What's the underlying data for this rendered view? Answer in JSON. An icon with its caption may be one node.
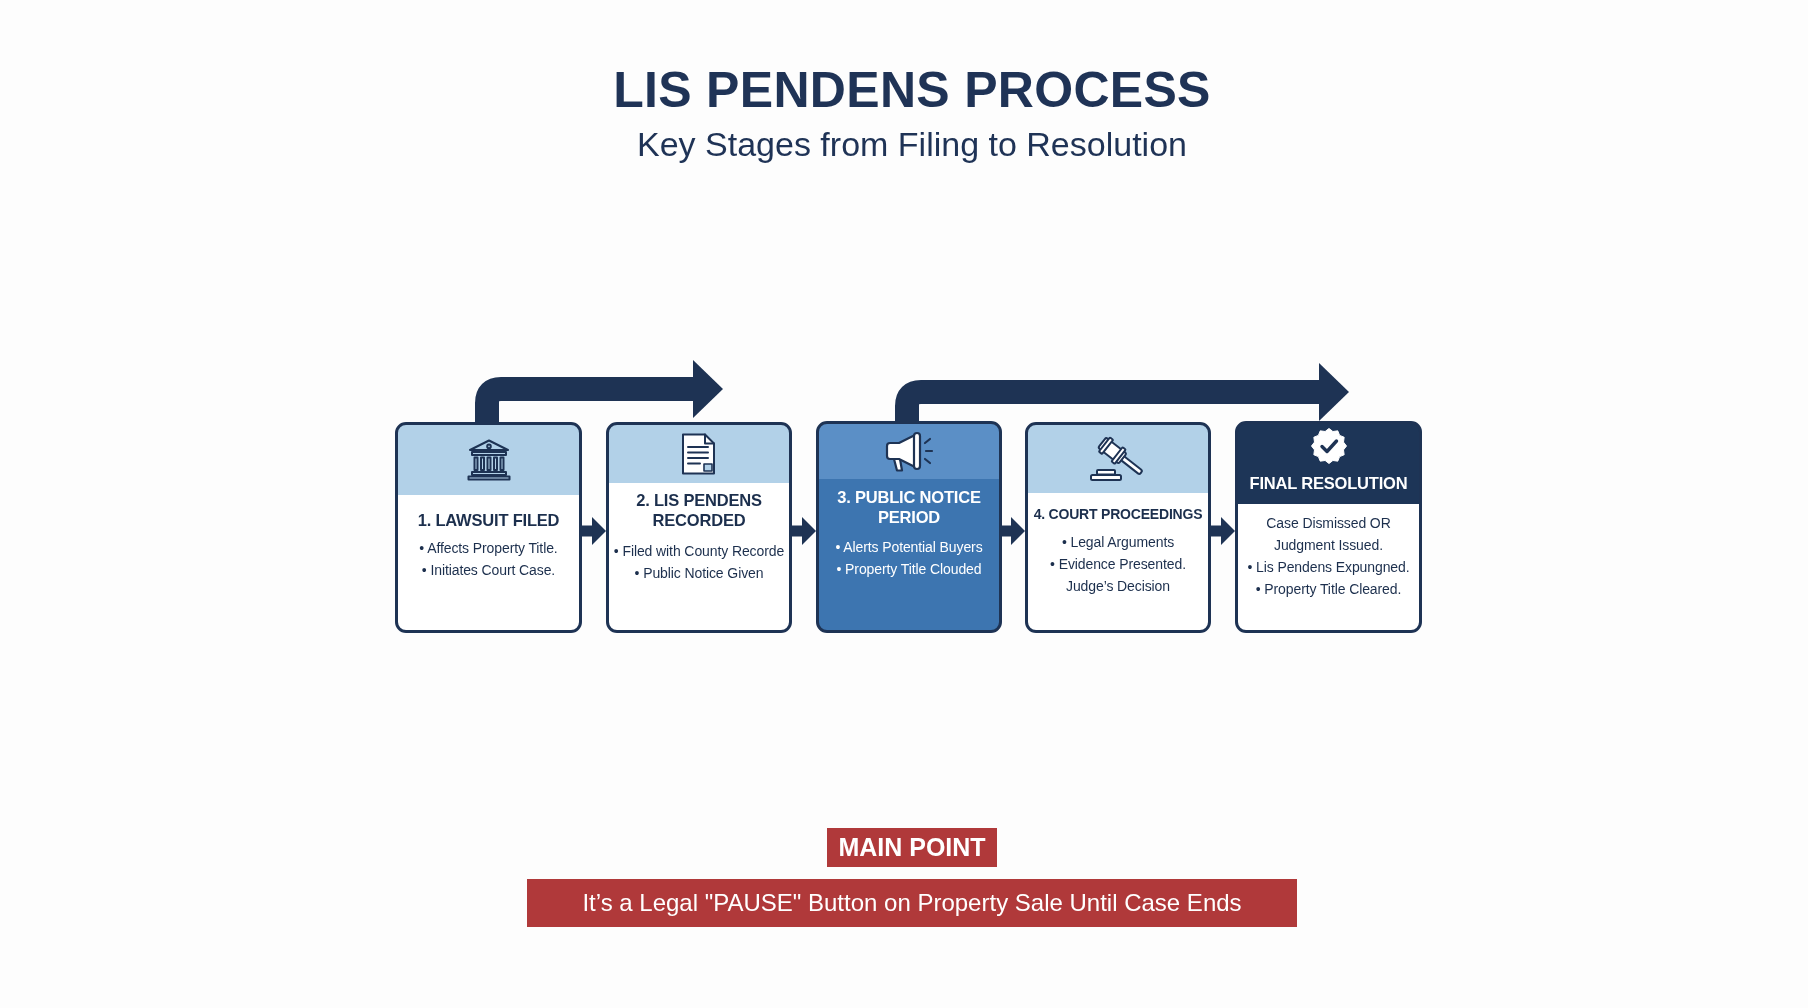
{
  "diagram": {
    "title": "LIS PENDENS PROCESS",
    "nodes": [
      {
        "text": [
          "1. LAWSUIT FILED",
          "• Affects Property Title.",
          "• Initiates Court Case."
        ]
      },
      {
        "text": [
          "2. LIS PENDENS RECORDED",
          "• Filed with County Recorde",
          "• Public Notice Given"
        ]
      },
      {
        "text": [
          "3. PUBLIC NOTICE PERIOD",
          "• Alerts Potential Buyers",
          "• Property Title Clouded"
        ]
      },
      {
        "text": [
          "4. COURT PROCEEDINGS",
          "• Legal Arguments",
          "• Evidence Presented.",
          "Judge’s Decision"
        ]
      },
      {
        "text": [
          "FINAL RESOLUTION",
          "Case Dismissed OR Judgment Issued.",
          "• Lis Pendens Expungned.",
          "• Property Title Cleared."
        ]
      },
      {
        "text": [
          "MAIN POINT"
        ]
      },
      {
        "text": [
          "It’s a Legal \"PAUSE\" Button on Property Sale Until Case Ends"
        ]
      }
    ],
    "edges": [
      {
        "from": 0,
        "to": 1,
        "arrow": "to"
      },
      {
        "from": 1,
        "to": 2,
        "arrow": "to"
      },
      {
        "from": 2,
        "to": 3,
        "arrow": "to"
      },
      {
        "from": 3,
        "to": 4,
        "arrow": "to"
      },
      {
        "from": 0,
        "to": 1,
        "arrow": "to",
        "style": "thick"
      },
      {
        "from": 2,
        "to": 4,
        "arrow": "to",
        "style": "thick"
      }
    ],
    "labels": [
      "Key Stages from Filing to Resolution"
    ]
  }
}
